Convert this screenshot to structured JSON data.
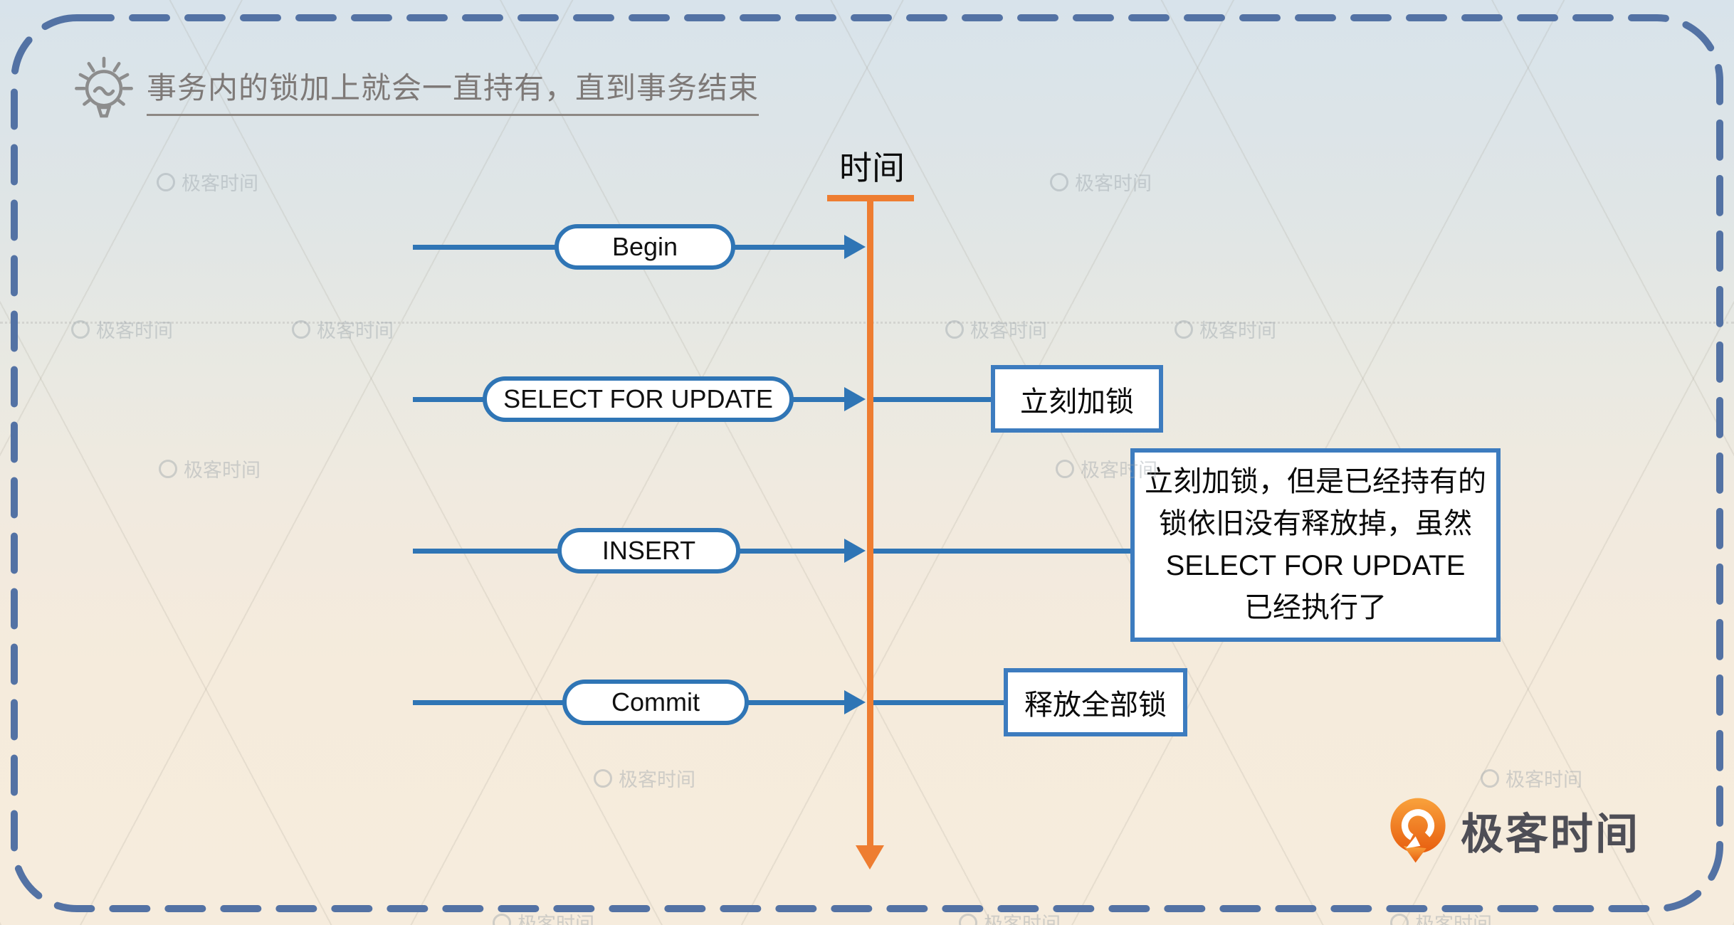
{
  "colors": {
    "accent_blue": "#2F75B5",
    "accent_orange": "#EE7D31",
    "frame_dash": "#5372A4",
    "annotation_border": "#3D7CBF",
    "background_top": "#D8E3EB",
    "background_bottom": "#F6ECDD"
  },
  "header": {
    "title": "事务内的锁加上就会一直持有，直到事务结束"
  },
  "timeline": {
    "label": "时间"
  },
  "nodes": [
    {
      "label": "Begin"
    },
    {
      "label": "SELECT FOR UPDATE",
      "annotation": "立刻加锁"
    },
    {
      "label": "INSERT",
      "annotation_lines": [
        "立刻加锁，但是已经持有的",
        "锁依旧没有释放掉，虽然",
        "SELECT FOR UPDATE",
        "已经执行了"
      ]
    },
    {
      "label": "Commit",
      "annotation": "释放全部锁"
    }
  ],
  "branding": {
    "logo_text": "极客时间"
  },
  "watermark": {
    "text": "极客时间"
  }
}
